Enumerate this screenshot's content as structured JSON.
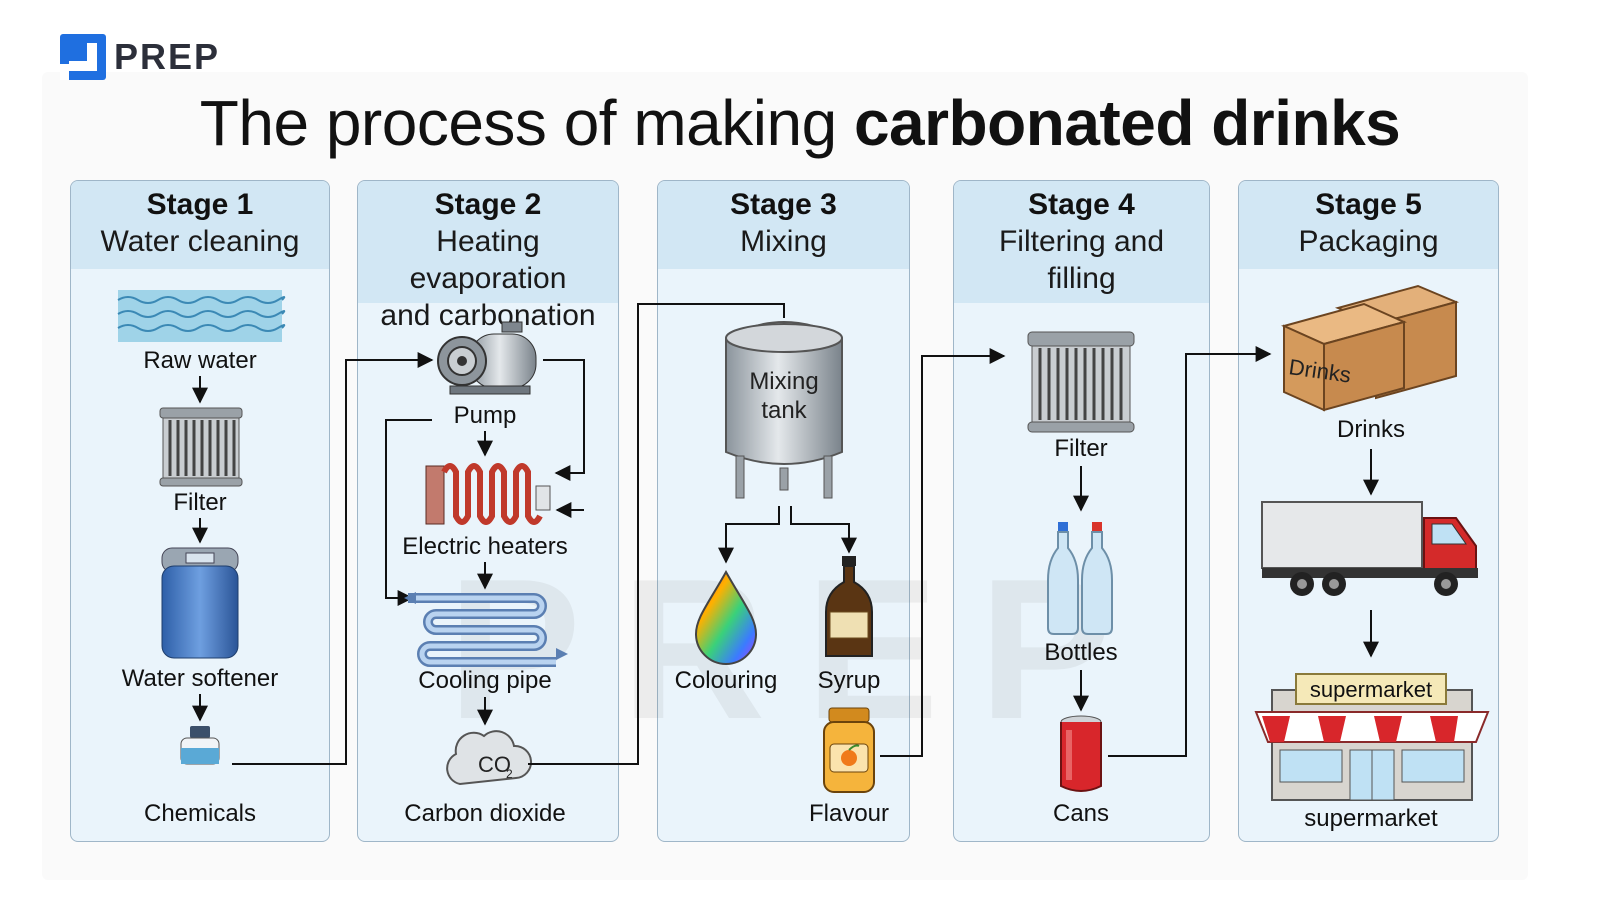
{
  "brand": {
    "name": "PREP",
    "primary_color": "#1f6fe0"
  },
  "title": {
    "regular": "The process of making ",
    "bold": "carbonated drinks"
  },
  "watermark": "PREP",
  "stages": [
    {
      "number": "Stage 1",
      "name_lines": [
        "Water cleaning"
      ]
    },
    {
      "number": "Stage 2",
      "name_lines": [
        "Heating evaporation",
        "and carbonation"
      ]
    },
    {
      "number": "Stage 3",
      "name_lines": [
        "Mixing"
      ]
    },
    {
      "number": "Stage 4",
      "name_lines": [
        "Filtering and",
        "filling"
      ]
    },
    {
      "number": "Stage 5",
      "name_lines": [
        "Packaging"
      ]
    }
  ],
  "items": {
    "raw_water": "Raw water",
    "filter_1": "Filter",
    "water_softener": "Water softener",
    "chemicals": "Chemicals",
    "pump": "Pump",
    "electric_heaters": "Electric heaters",
    "cooling_pipe": "Cooling pipe",
    "carbon_dioxide": "Carbon dioxide",
    "co2_symbol": "CO",
    "co2_subscript": "2",
    "mixing_tank_line1": "Mixing",
    "mixing_tank_line2": "tank",
    "colouring": "Colouring",
    "syrup": "Syrup",
    "flavour": "Flavour",
    "filter_2": "Filter",
    "bottles": "Bottles",
    "cans": "Cans",
    "drinks": "Drinks",
    "drinks_box_label": "Drinks",
    "supermarket_sign": "supermarket",
    "supermarket": "supermarket"
  },
  "icons": [
    "water-waves-icon",
    "filter-cartridge-icon",
    "water-softener-icon",
    "chemical-bottle-icon",
    "pump-icon",
    "electric-heater-icon",
    "cooling-pipe-icon",
    "co2-cloud-icon",
    "mixing-tank-icon",
    "colouring-drop-icon",
    "syrup-bottle-icon",
    "flavour-jar-icon",
    "bottles-icon",
    "can-icon",
    "cardboard-boxes-icon",
    "delivery-truck-icon",
    "supermarket-icon"
  ],
  "colors": {
    "panel_bg": "#eaf4fb",
    "panel_header": "#d2e7f4",
    "panel_border": "#9fb6c8",
    "can_red": "#d8262b",
    "truck_red": "#d42a2a"
  }
}
